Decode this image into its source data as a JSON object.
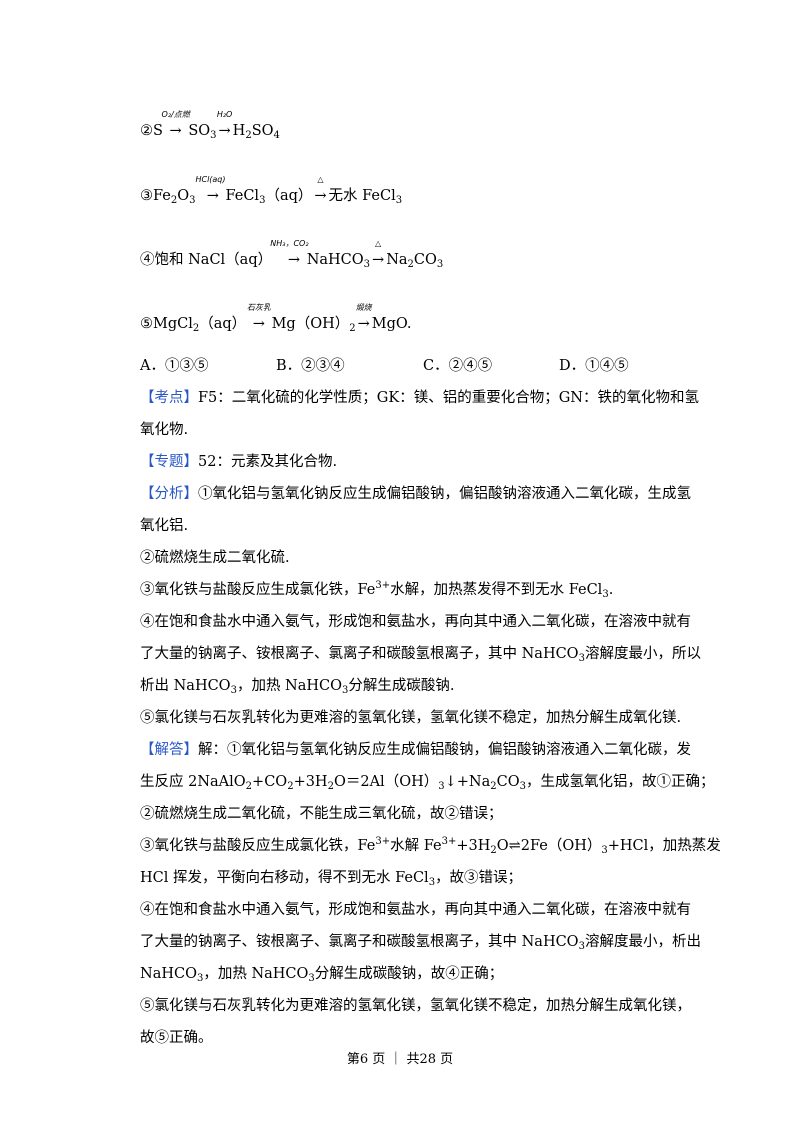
{
  "reactions": {
    "r2": {
      "num": "②",
      "a": "S",
      "c1": "O₂/点燃",
      "b": "SO",
      "b_sub": "3",
      "c2": "H₂O",
      "d": "H",
      "d_sub": "2",
      "d2": "SO",
      "d2_sub": "4"
    },
    "r3": {
      "num": "③",
      "a": "Fe",
      "a_sub": "2",
      "a2": "O",
      "a2_sub": "3",
      "c1": "HCl(aq)",
      "b": "FeCl",
      "b_sub": "3",
      "b2": "（aq）",
      "c2": "△",
      "d": "无水 FeCl",
      "d_sub": "3"
    },
    "r4": {
      "num": "④",
      "a": "饱和 NaCl（aq）",
      "c1": "NH₃，CO₂",
      "b": "NaHCO",
      "b_sub": "3",
      "c2": "△",
      "d": "Na",
      "d_sub": "2",
      "d2": "CO",
      "d2_sub": "3"
    },
    "r5": {
      "num": "⑤",
      "a": "MgCl",
      "a_sub": "2",
      "a2": "（aq）",
      "c1": "石灰乳",
      "b": "Mg（OH）",
      "b_sub": "2",
      "c2": "煅烧",
      "d": "MgO."
    }
  },
  "choices": {
    "a": "A．①③⑤",
    "b": "B．②③④",
    "c": "C．②④⑤",
    "d": "D．①④⑤"
  },
  "kaodian": {
    "tag": "【考点】",
    "line1": "F5：二氧化硫的化学性质；GK：镁、铝的重要化合物；GN：铁的氧化物和氢",
    "line2": "氧化物."
  },
  "zhuanti": {
    "tag": "【专题】",
    "text": "52：元素及其化合物."
  },
  "fenxi": {
    "tag": "【分析】",
    "l1": "①氧化铝与氢氧化钠反应生成偏铝酸钠，偏铝酸钠溶液通入二氧化碳，生成氢",
    "l2": "氧化铝.",
    "l3": "②硫燃烧生成二氧化硫.",
    "l4a": "③氧化铁与盐酸反应生成氯化铁，Fe",
    "l4sup": "3+",
    "l4b": "水解，加热蒸发得不到无水 FeCl",
    "l4sub": "3",
    "l4c": ".",
    "l5": "④在饱和食盐水中通入氨气，形成饱和氨盐水，再向其中通入二氧化碳，在溶液中就有",
    "l6a": "了大量的钠离子、铵根离子、氯离子和碳酸氢根离子，其中 NaHCO",
    "l6sub": "3",
    "l6b": "溶解度最小，所以",
    "l7a": "析出 NaHCO",
    "l7sub": "3",
    "l7b": "，加热 NaHCO",
    "l7sub2": "3",
    "l7c": "分解生成碳酸钠.",
    "l8": "⑤氯化镁与石灰乳转化为更难溶的氢氧化镁，氢氧化镁不稳定，加热分解生成氧化镁."
  },
  "jieda": {
    "tag": "【解答】",
    "l1": "解：①氧化铝与氢氧化钠反应生成偏铝酸钠，偏铝酸钠溶液通入二氧化碳，发",
    "l2a": "生反应 2NaAlO",
    "l2s1": "2",
    "l2b": "+CO",
    "l2s2": "2",
    "l2c": "+3H",
    "l2s3": "2",
    "l2d": "O＝2Al（OH）",
    "l2s4": "3",
    "l2e": "↓+Na",
    "l2s5": "2",
    "l2f": "CO",
    "l2s6": "3",
    "l2g": "，生成氢氧化铝，故①正确；",
    "l3": "②硫燃烧生成二氧化硫，不能生成三氧化硫，故②错误；",
    "l4a": "③氧化铁与盐酸反应生成氯化铁，Fe",
    "l4sup": "3+",
    "l4b": "水解 Fe",
    "l4sup2": "3+",
    "l4c": "+3H",
    "l4s1": "2",
    "l4d": "O⇌2Fe（OH）",
    "l4s2": "3",
    "l4e": "+HCl，加热蒸发",
    "l5a": "HCl 挥发，平衡向右移动，得不到无水 FeCl",
    "l5sub": "3",
    "l5b": "，故③错误；",
    "l6": "④在饱和食盐水中通入氨气，形成饱和氨盐水，再向其中通入二氧化碳，在溶液中就有",
    "l7a": "了大量的钠离子、铵根离子、氯离子和碳酸氢根离子，其中 NaHCO",
    "l7sub": "3",
    "l7b": "溶解度最小，析出",
    "l8a": "NaHCO",
    "l8sub": "3",
    "l8b": "，加热 NaHCO",
    "l8sub2": "3",
    "l8c": "分解生成碳酸钠，故④正确；",
    "l9": "⑤氯化镁与石灰乳转化为更难溶的氢氧化镁，氢氧化镁不稳定，加热分解生成氧化镁，",
    "l10": "故⑤正确。"
  },
  "footer": {
    "text": "第6 页 ｜ 共28 页"
  }
}
